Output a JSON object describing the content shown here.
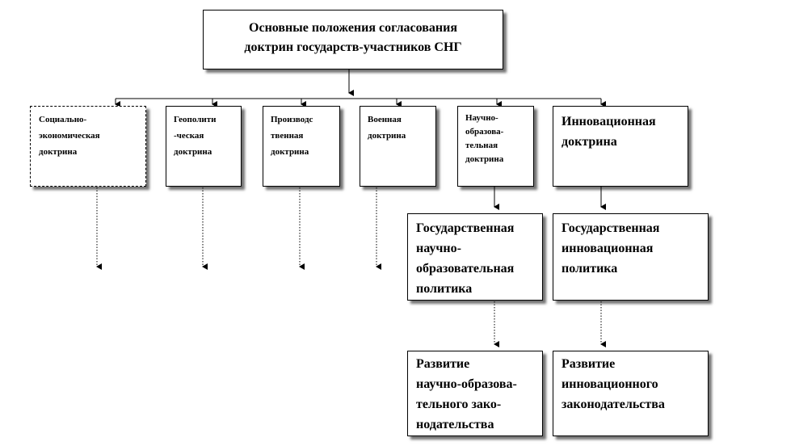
{
  "diagram": {
    "title": "Основные положения согласования\nдоктрин государств-участников СНГ",
    "doctrines": [
      "Социально-\nэкономическая\nдоктрина",
      "Геополити\n-ческая\nдоктрина",
      "Производс\nтвенная\nдоктрина",
      "Военная\nдоктрина",
      "Научно-\nобразова-\nтельная\nдоктрина",
      "Инновационная\nдоктрина"
    ],
    "policies": [
      "Государственная\nнаучно-\nобразовательная\nполитика",
      "Государственная\nинновационная\nполитика"
    ],
    "legislation": [
      "Развитие\nнаучно-образова-\nтельного зако-\nнодательства",
      "Развитие\nинновационного\nзаконодательства"
    ]
  }
}
